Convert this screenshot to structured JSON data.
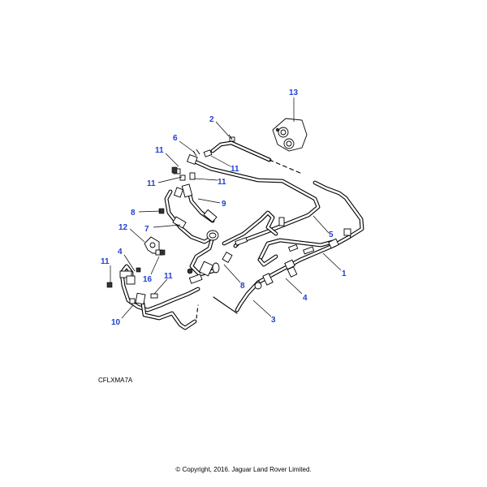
{
  "reference_code": "CFLXMA7A",
  "copyright": "© Copyright, 2016. Jaguar Land Rover Limited.",
  "callouts": [
    "13",
    "2",
    "6",
    "11",
    "11",
    "11",
    "11",
    "9",
    "8",
    "12",
    "7",
    "5",
    "4",
    "11",
    "16",
    "11",
    "8",
    "1",
    "4",
    "10",
    "3"
  ],
  "colors": {
    "callout": "#1f3fd4",
    "line": "#000000",
    "background": "#ffffff"
  }
}
